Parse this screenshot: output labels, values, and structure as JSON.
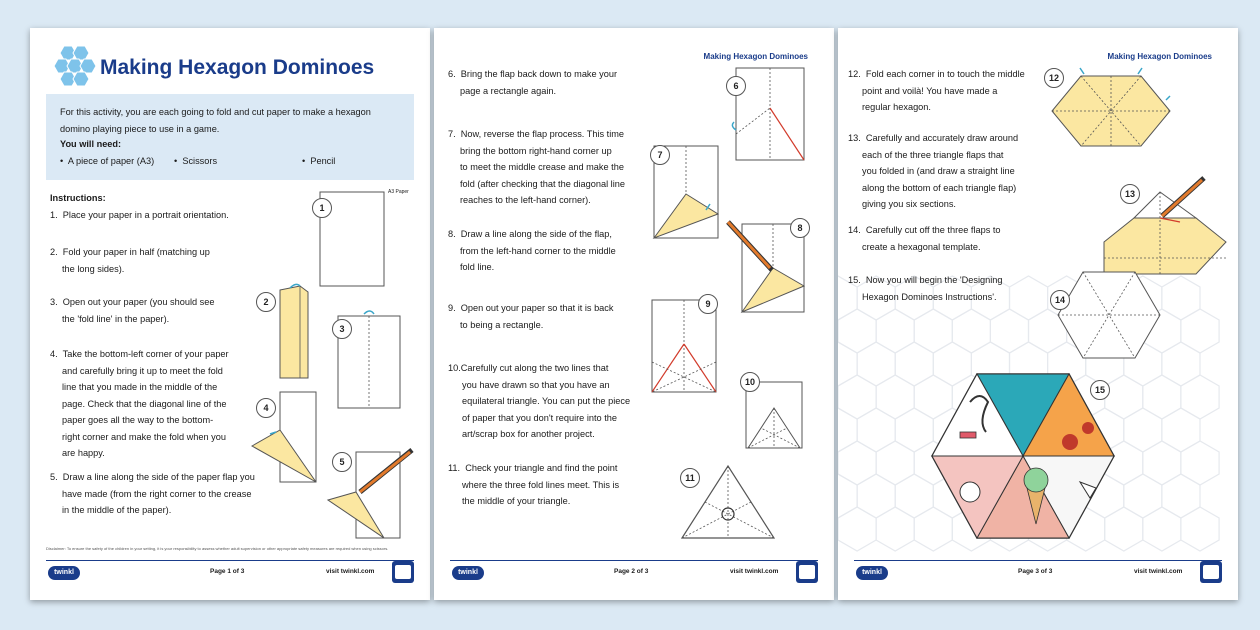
{
  "page1": {
    "title": "Making Hexagon Dominoes",
    "intro": "For this activity, you are each going to fold and cut paper to make a hexagon domino playing piece to use in a game.",
    "you_will_need": "You will need:",
    "materials": [
      "A piece of paper (A3)",
      "Scissors",
      "Pencil"
    ],
    "instructions_heading": "Instructions:",
    "steps": [
      [
        "1.",
        "Place your paper in a portrait orientation."
      ],
      [
        "2.",
        "Fold your paper in half (matching up",
        "the long sides)."
      ],
      [
        "3.",
        "Open out your paper (you should see",
        "the 'fold line' in the paper)."
      ],
      [
        "4.",
        "Take the bottom-left corner of your paper",
        "and carefully bring it up to meet the fold",
        "line that you made in the middle of the",
        "page. Check that the diagonal line of the",
        "paper goes all the way to the bottom-",
        "right corner and make the fold when you",
        "are happy."
      ],
      [
        "5.",
        "Draw a line along the side of the paper flap you",
        "have made (from the right corner to the crease",
        "in the middle of the paper)."
      ]
    ],
    "paper_label": "A3 Paper",
    "disclaimer": "Disclaimer: To ensure the safety of the children in your setting, it is your responsibility to assess whether adult supervision or other appropriate safety measures are required when using scissors.",
    "page_label": "Page 1 of 3"
  },
  "page2": {
    "header": "Making Hexagon Dominoes",
    "steps": [
      [
        "6.",
        "Bring the flap back down to make your",
        "page a rectangle again."
      ],
      [
        "7.",
        "Now, reverse the flap process. This time",
        "bring the bottom right-hand corner up",
        "to meet the middle crease and make the",
        "fold (after checking that the diagonal line",
        "reaches to the left-hand corner)."
      ],
      [
        "8.",
        "Draw a line along the side of the flap,",
        "from the left-hand corner to the middle",
        "fold line."
      ],
      [
        "9.",
        "Open out your paper so that it is back",
        "to being a rectangle."
      ],
      [
        "10.",
        "Carefully cut along the two lines that",
        "you have drawn so that you have an",
        "equilateral triangle.  You can put the piece",
        "of paper that you don't require into the",
        "art/scrap box for another project."
      ],
      [
        "11.",
        "Check your triangle and find the point",
        "where the three fold lines meet. This is",
        "the middle of your triangle."
      ]
    ],
    "page_label": "Page 2 of 3"
  },
  "page3": {
    "header": "Making Hexagon Dominoes",
    "steps": [
      [
        "12.",
        "Fold each corner in to touch the middle",
        "point and voilà! You have made a",
        "regular hexagon."
      ],
      [
        "13.",
        "Carefully and accurately draw around",
        "each of the three triangle flaps that",
        "you folded in (and draw a straight line",
        "along the bottom of each triangle flap)",
        "giving you six sections."
      ],
      [
        "14.",
        "Carefully cut off the three flaps to",
        "create a hexagonal template."
      ],
      [
        "15.",
        "Now you will begin the 'Designing",
        "Hexagon Dominoes Instructions'."
      ]
    ],
    "page_label": "Page 3 of 3"
  },
  "figures": [
    "1",
    "2",
    "3",
    "4",
    "5",
    "6",
    "7",
    "8",
    "9",
    "10",
    "11",
    "12",
    "13",
    "14",
    "15"
  ],
  "footer": {
    "logo": "twinkl",
    "site": "visit twinkl.com"
  },
  "colors": {
    "brand": "#1a3c8a",
    "info_box": "#dbe9f5",
    "flap": "#fbe7a1",
    "cut_line": "#d23b2b",
    "background": "#dbe9f4"
  }
}
